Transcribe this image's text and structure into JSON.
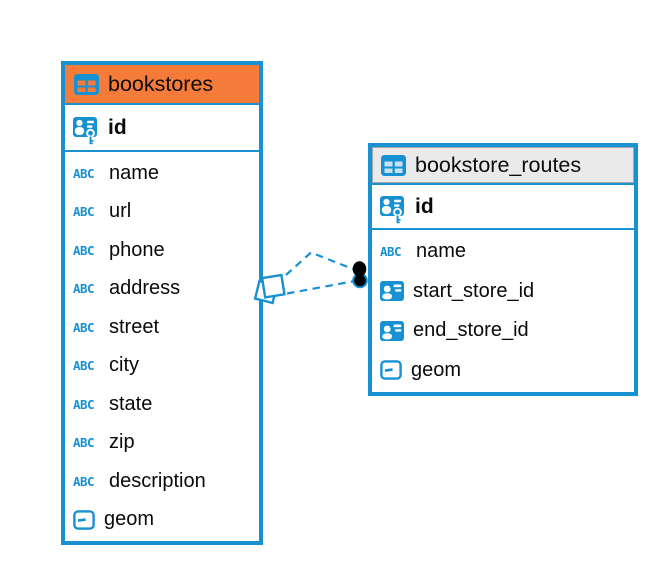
{
  "colors": {
    "accent": "#1791d2",
    "orange_header": "#f57b3a",
    "gray_header": "#eaeaea",
    "icon_cell_blue": "#c9e2f3",
    "row_text": "#0a0a0a"
  },
  "icons": {
    "text_type_label": "ABC"
  },
  "tables": [
    {
      "name": "bookstores",
      "icon": "table-icon",
      "header_color": "orange",
      "primary_key": {
        "label": "id",
        "icon": "primary-key-icon"
      },
      "columns": [
        {
          "label": "name",
          "icon": "text-type-icon"
        },
        {
          "label": "url",
          "icon": "text-type-icon"
        },
        {
          "label": "phone",
          "icon": "text-type-icon"
        },
        {
          "label": "address",
          "icon": "text-type-icon"
        },
        {
          "label": "street",
          "icon": "text-type-icon"
        },
        {
          "label": "city",
          "icon": "text-type-icon"
        },
        {
          "label": "state",
          "icon": "text-type-icon"
        },
        {
          "label": "zip",
          "icon": "text-type-icon"
        },
        {
          "label": "description",
          "icon": "text-type-icon"
        },
        {
          "label": "geom",
          "icon": "geometry-type-icon"
        }
      ]
    },
    {
      "name": "bookstore_routes",
      "icon": "table-icon",
      "header_color": "gray",
      "primary_key": {
        "label": "id",
        "icon": "primary-key-icon"
      },
      "columns": [
        {
          "label": "name",
          "icon": "text-type-icon"
        },
        {
          "label": "start_store_id",
          "icon": "reference-type-icon"
        },
        {
          "label": "end_store_id",
          "icon": "reference-type-icon"
        },
        {
          "label": "geom",
          "icon": "geometry-type-icon"
        }
      ]
    }
  ],
  "relation": {
    "line_style": "dashed",
    "from_table": "bookstores",
    "to_table": "bookstore_routes",
    "from_marker": "diamond",
    "to_marker": "filled-dots"
  }
}
